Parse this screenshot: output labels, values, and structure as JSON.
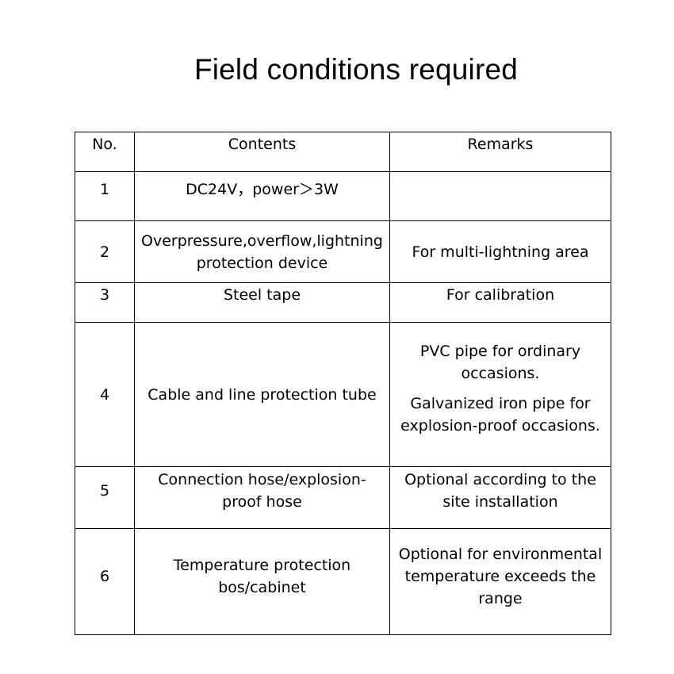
{
  "title": "Field conditions required",
  "table": {
    "headers": {
      "no": "No.",
      "contents": "Contents",
      "remarks": "Remarks"
    },
    "rows": [
      {
        "no": "1",
        "contents": "DC24V，power＞3W",
        "remarks": ""
      },
      {
        "no": "2",
        "contents": "Overpressure,overflow,lightning protection device",
        "remarks": "For multi-lightning area"
      },
      {
        "no": "3",
        "contents": "Steel tape",
        "remarks": "For calibration"
      },
      {
        "no": "4",
        "contents": "Cable and line protection tube",
        "remarks": "PVC pipe for ordinary occasions.",
        "remarks_2": "Galvanized iron pipe for explosion-proof occasions."
      },
      {
        "no": "5",
        "contents": "Connection hose/explosion-proof hose",
        "remarks": "Optional according to the site installation"
      },
      {
        "no": "6",
        "contents": "Temperature protection bos/cabinet",
        "remarks": "Optional for environmental temperature exceeds the range"
      }
    ]
  }
}
